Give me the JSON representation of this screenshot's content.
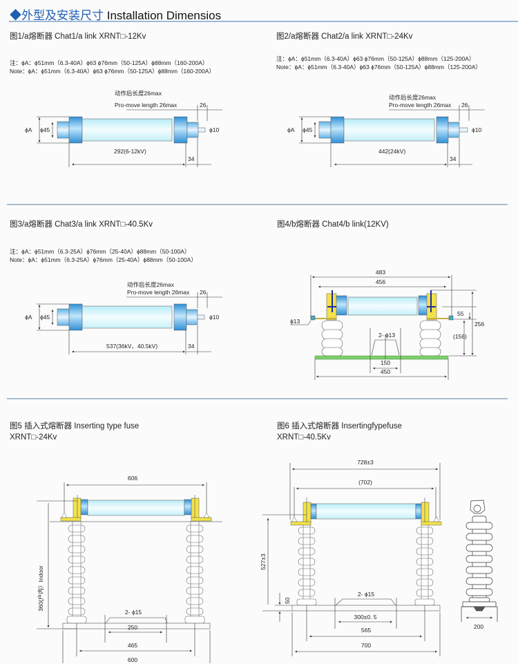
{
  "header": {
    "cn": "◆外型及安装尺寸",
    "en": "Installation Dimensios"
  },
  "figures": [
    {
      "caption": "图1/a熔断器 Chat1/a link  XRNT□-12Kv",
      "note_cn": "注：ϕA：ϕ51mm（6.3-40A）ϕ63  ϕ76mm（50-125A）ϕ88mm（160-200A）",
      "note_en": "Note：ϕA：ϕ51mm（6.3-40A）ϕ63  ϕ76mm（50-125A）ϕ88mm（160-200A）",
      "promove_cn": "动作后长度26max",
      "promove_en": "Pro-move length 26max",
      "dim_26": "26",
      "dim_phiA": "ϕA",
      "dim_phi45": "ϕ45",
      "dim_phi10": "ϕ10",
      "dim_length": "292(6-12kV)",
      "dim_34": "34"
    },
    {
      "caption": "图2/a熔断器 Chat2/a link  XRNT□-24Kv",
      "note_cn": "注：ϕA：ϕ51mm（6.3-40A）ϕ63  ϕ76mm（50-125A）ϕ88mm（125-200A）",
      "note_en": "Note：ϕA：ϕ51mm（6.3-40A）ϕ63  ϕ76mm（50-125A）ϕ88mm（125-200A）",
      "promove_cn": "动作后长度26max",
      "promove_en": "Pro-move length 26max",
      "dim_26": "26",
      "dim_phiA": "ϕA",
      "dim_phi45": "ϕ45",
      "dim_phi10": "ϕ10",
      "dim_length": "442(24kV)",
      "dim_34": "34"
    },
    {
      "caption": "图3/a熔断器 Chat3/a link  XRNT□-40.5Kv",
      "note_cn": "注：ϕA：ϕ51mm（6.3-25A）ϕ76mm（25-40A）ϕ88mm（50-100A）",
      "note_en": "Note：ϕA：ϕ51mm（6.3-25A）ϕ76mm（25-40A）ϕ88mm（50-100A）",
      "promove_cn": "动作后长度26max",
      "promove_en": "Pro-move length 26max",
      "dim_26": "26",
      "dim_phiA": "ϕA",
      "dim_phi45": "ϕ45",
      "dim_phi10": "ϕ10",
      "dim_length": "537(36kV、40.5kV)",
      "dim_34": "34"
    },
    {
      "caption": "图4/b熔断器 Chat4/b link(12KV)",
      "dim_483": "483",
      "dim_456": "456",
      "dim_55": "55",
      "dim_256": "256",
      "dim_156": "(156)",
      "dim_phi13": "ϕ13",
      "dim_holes": "2- ϕ13",
      "dim_150": "150",
      "dim_450": "450"
    },
    {
      "caption_line1": "图5 插入式熔断器  Inserting type fuse",
      "caption_line2": "XRNT□-24Kv",
      "dim_606": "606",
      "dim_height": "360(户内）Indoor",
      "dim_holes": "2- ϕ15",
      "dim_250": "250",
      "dim_465": "465",
      "dim_600": "600"
    },
    {
      "caption_line1": "图6 插入式熔断器  Insertingfypefuse",
      "caption_line2": "XRNT□-40.5Kv",
      "dim_728": "728±3",
      "dim_702": "(702)",
      "dim_height": "527±3",
      "dim_50": "50",
      "dim_holes": "2- ϕ15",
      "dim_300": "300±0. 5",
      "dim_565": "565",
      "dim_700": "700",
      "dim_200": "200"
    }
  ],
  "colors": {
    "header_blue": "#1f5fb0",
    "fuse_cap_blue": "#4aa8e0",
    "fuse_tube": "#d8f4fb",
    "bracket_yellow": "#f2e24a",
    "base_green": "#7ccf6a",
    "divider": "#aabccc"
  }
}
